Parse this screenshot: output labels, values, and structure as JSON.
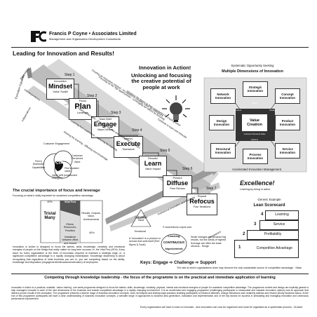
{
  "header": {
    "company": "Francis P Coyne • Associates Limited",
    "tagline": "Management and Organisation Development Consultants",
    "page_title": "Leading for Innovation and Results!"
  },
  "banner": {
    "title": "Innovation in Action!",
    "subtitle": "Unlocking and focusing the creative potential of people at work"
  },
  "left_labels": {
    "execution_capability": "Execution Capability",
    "dependency": "Dependency",
    "competence": "Competence",
    "independence": "Independence",
    "interdependence": "Interdependence"
  },
  "steps": [
    {
      "step": "Step 1",
      "main": "Mindset",
      "top": "Innovation",
      "bottom": "Value Toolkit"
    },
    {
      "step": "Step 2",
      "main": "Plan",
      "top": "Focus",
      "bottom": "Leverage"
    },
    {
      "step": "Step 3",
      "main": "Engage",
      "top": "Team Brief",
      "bottom": "Value Drivers"
    },
    {
      "step": "Step 4",
      "main": "Execute",
      "top": "Metrics",
      "bottom": "Teamwork"
    },
    {
      "step": "Step 5",
      "main": "Learn",
      "top": "Results!",
      "bottom": "Value Impact"
    },
    {
      "step": "Step 6",
      "main": "Diffuse",
      "top": "Present",
      "bottom": "Peer Review"
    },
    {
      "step": "Step 7",
      "main": "Refocus",
      "top": "Repeat",
      "bottom": "Four Iterations"
    }
  ],
  "diagonal_notes": [
    "Creating an innovative mindset - An interest in creating 'value' for customers",
    "Focusing on the 'big' opportunities - Leveraging our efforts by focusing",
    "Introduce the teams to their opportunity for creating value",
    "Putting in the effort - Executing the plan and measuring the results",
    "Learning from experience - capturing the learning",
    "Sharing the learning - diffusing new knowledge",
    "Continue to learn and innovate"
  ],
  "cvp": {
    "center": "CVP",
    "customer_engagement": "Customer Engagement",
    "firms_distinctive_capabilities": "Firm's Distinctive Capabilities",
    "customer_perceived_value": "Customer Perceived Value",
    "value_drift": "Value drift (undetected changes)",
    "stated_value": "Firm's stated value"
  },
  "mdi": {
    "eyebrow": "Systematic Opportunity Seeking",
    "title": "Multiple Dimensions of Innovation",
    "boxes": {
      "network": "Network Innovation",
      "strategic": "Strategic Innovation",
      "concept": "Concept Innovation",
      "design": "Design Innovation",
      "value": "Value Creation",
      "product": "Product Innovation",
      "structural": "Structural Innovation",
      "process": "Process Innovation",
      "service": "Service Innovation"
    },
    "mini": {
      "market": "Market",
      "customer": "Customer Perceived Value",
      "strategy": "Strategy",
      "structure": "Structure",
      "systems": "Systems"
    },
    "caption": "Accelerated Innovation Management"
  },
  "excellence": {
    "title": "Excellence!",
    "sub": "Learning-by-doing in action"
  },
  "scorecard": {
    "eyebrow": "Generic Example",
    "title": "Lean Scorecard",
    "levels": [
      "Learning",
      "Service",
      "Profitability",
      "Competitive Advantage"
    ],
    "numbers": [
      "4",
      "3",
      "2",
      "1"
    ]
  },
  "focus": {
    "title": "The crucial importance of focus and leverage",
    "subtitle": "Focusing on what's really important for sustained competitive advantage",
    "vital": "Vital Few",
    "trivial": "Trivial Many",
    "left_col": "20%",
    "right_col": "80%",
    "efforts": "Efforts, Resources, Priorities",
    "results": "Results, Outputs, Value, Achievements",
    "imbalance": "Imbalance between effort and reward",
    "body": "Innovation in Action is designed to focus the talents, skills, knowledge, creativity and emotional energies of people on the things that really matter for long term success i.e. the Vital Few (20%). A key issue for every organisation is the level of innovation required to maintain a strategic edge i.e. a significant competitive advantage in a rapidly changing marketplace. Knowledge leadership is about recognising that regardless of what business you are in, you are competing based on the ability, knowledge and disposition (engagement/enthusiasm/motivation) of employees."
  },
  "center_items": {
    "cvp_label": "CVP Focus Value",
    "emotional": "Emotional",
    "innovation_desc": "A 'Innovation' is a product or service that sells itself (Ref: Myers & Scott)",
    "website": "© www.francis-coyne.com",
    "continuous_top": "Learning",
    "continuous_mid": "CONTINUOUS",
    "continuous_bot": "Improvement",
    "small_changes": "Small changes can produce big results, but the areas of highest leverage are often the least obvious - Senge",
    "keys": "Keys: Engage ➩ Challenge ➩ Support",
    "rate_quote": "The rate at which organisations learn may become the only sustainable source of competitive advantage - Stata"
  },
  "arrow_labels": {
    "competence": "Competence",
    "people": "People",
    "institutional": "Institutional Innovation and Creativity"
  },
  "bottom": {
    "headline": "Competing through knowledge leadership - the focus of the programme is on the practical and immediate application of learning",
    "body": "Innovation in Action is a practical, scalable, 'action training', one-week programme designed to focus the talents, skills, knowledge, creativity, physical, mental and emotional energies of people for sustained competitive advantage. The programme content and design are explicitly geared to help managers innovate in each of the nine dimensions of the business and sustain competitive advantage in a rapidly changing environment. It is an accelerated and engaging programme (challenging participants in measurable and valuable innovation options) and an approach that delivers proven results in the workplace. The programme presents a diverse range of business innovation concepts, tools, techniques and leading edge practices enabling participants to influence attitudes, change behaviours and creatively address and resolve priority business issues. At the end of this programme participants will have a clear understanding of business innovation concepts, a sensible range of approaches to business idea generation, evaluation and implementation and of the key factors for success in stimulating and managing innovation and continuous performance improvement.",
    "quote": "Every organisation will have to learn to innovate - and innovation can now be organised and must be organised as a systematic process - Drucker"
  }
}
